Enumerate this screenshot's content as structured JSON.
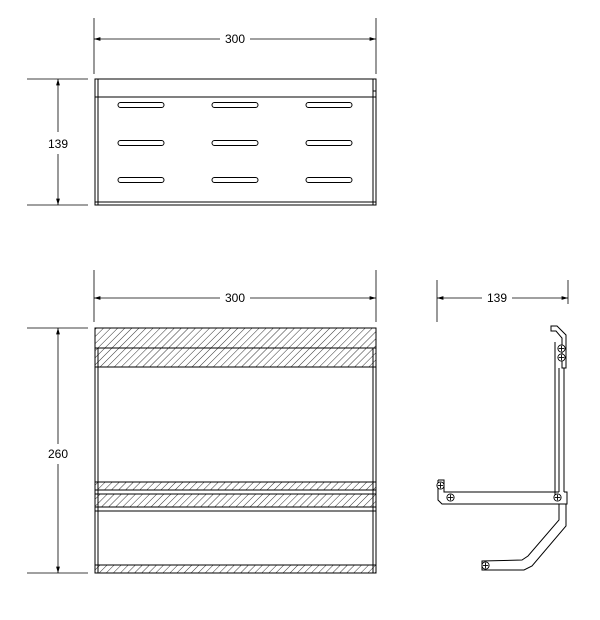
{
  "dimensions": {
    "top_width": "300",
    "top_height": "139",
    "front_width": "300",
    "front_height": "260",
    "side_width": "139"
  },
  "views": {
    "top_view": {
      "slot_rows": 3,
      "slot_columns": 3
    },
    "front_view": {
      "hatched_bands": 5
    },
    "side_view": {
      "fasteners": 6
    }
  }
}
